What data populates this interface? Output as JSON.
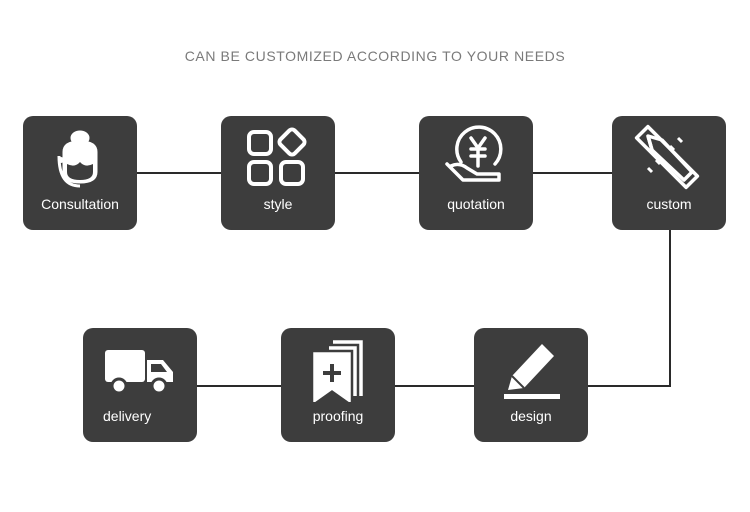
{
  "header": {
    "title": "CAN BE CUSTOMIZED ACCORDING TO YOUR NEEDS"
  },
  "steps": [
    {
      "label": "Consultation",
      "icon": "customer-service-icon"
    },
    {
      "label": "style",
      "icon": "style-grid-icon"
    },
    {
      "label": "quotation",
      "icon": "yuan-hand-icon"
    },
    {
      "label": "custom",
      "icon": "ruler-pencil-icon"
    },
    {
      "label": "design",
      "icon": "pen-icon"
    },
    {
      "label": "proofing",
      "icon": "bookmark-plus-icon"
    },
    {
      "label": "delivery",
      "icon": "truck-icon"
    }
  ],
  "colors": {
    "card": "#3d3d3d",
    "line": "#2a2a2a",
    "title": "#7a7a7a"
  }
}
